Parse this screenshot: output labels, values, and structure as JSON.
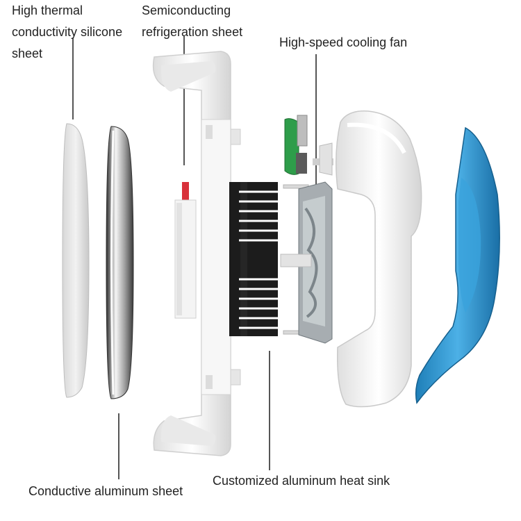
{
  "labels": {
    "thermal_silicone": "High thermal\nconductivity silicone\nsheet",
    "semiconducting": "Semiconducting\nrefrigeration sheet",
    "cooling_fan": "High-speed cooling fan",
    "aluminum_sheet": "Conductive aluminum sheet",
    "heat_sink": "Customized aluminum heat sink"
  },
  "colors": {
    "leader": "#555555",
    "shell": "#f2f2f2",
    "heatsink": "#1c1c1c",
    "fan": "#8a9196",
    "pcb": "#2e9d4a",
    "cover": "#2a8fc8",
    "chip_red": "#d8313a"
  }
}
